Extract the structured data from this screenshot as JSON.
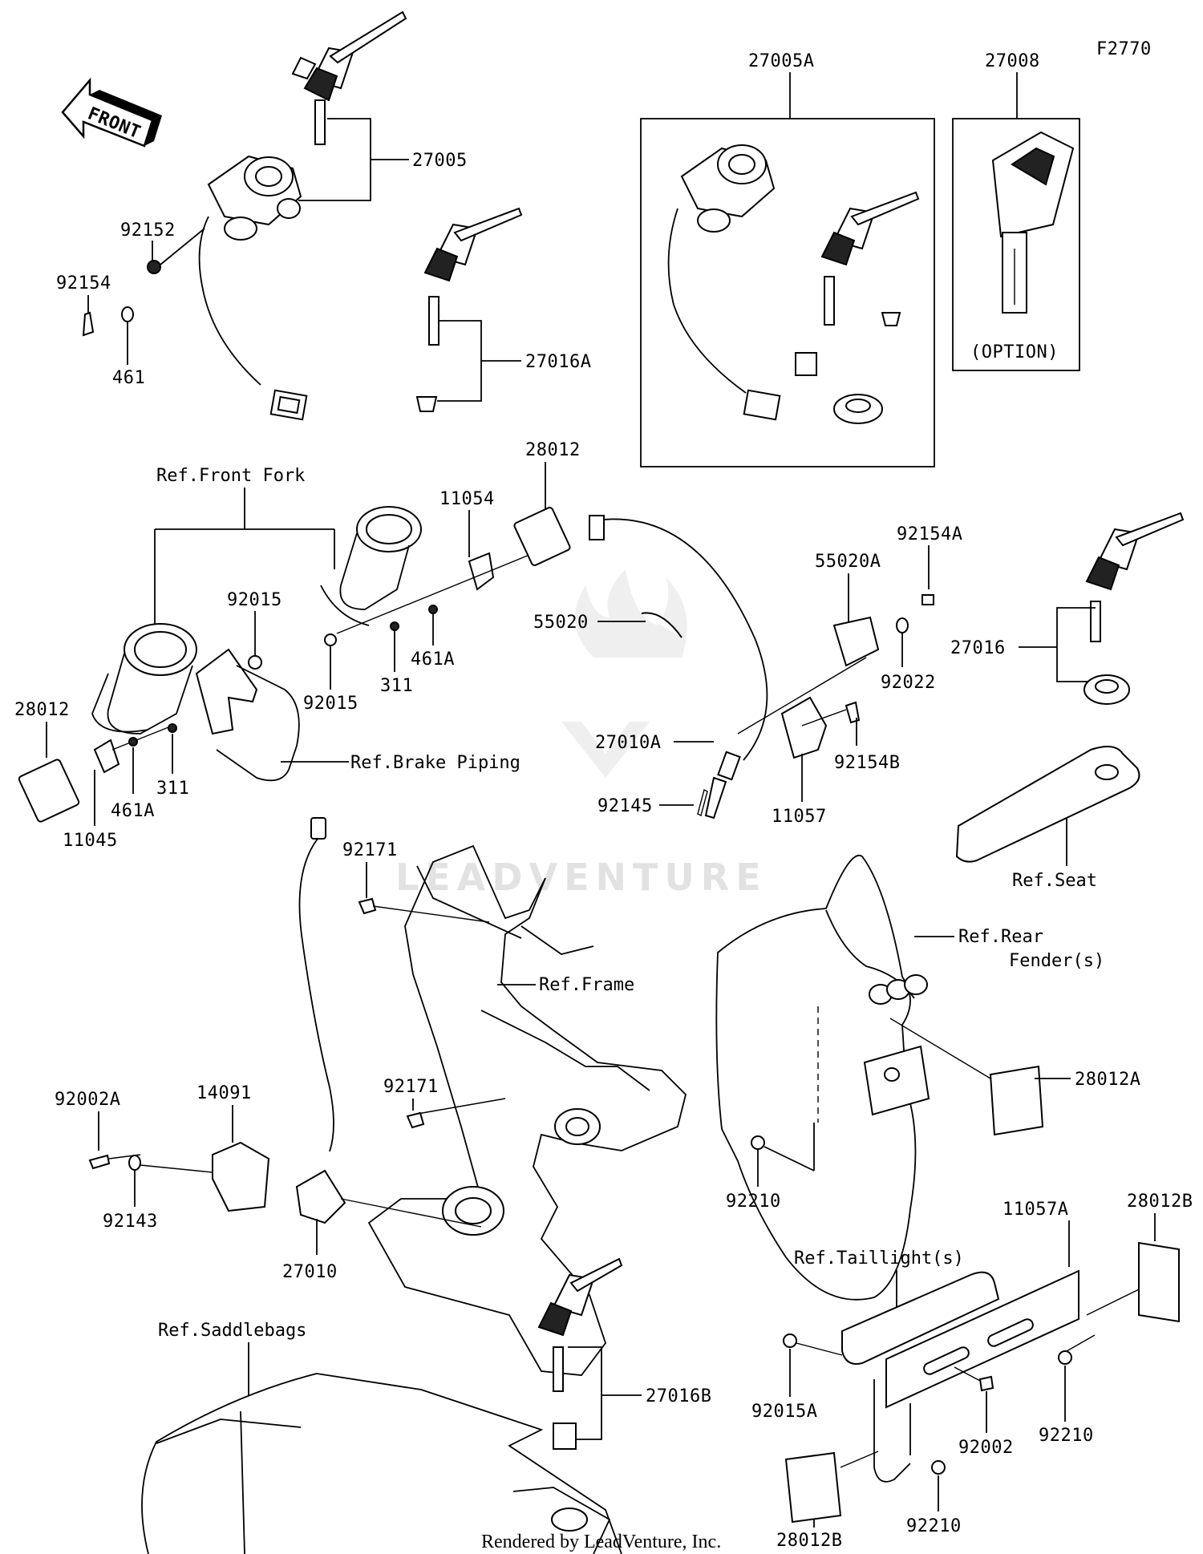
{
  "figure_id": "F2770",
  "front_arrow_label": "FRONT",
  "callouts": {
    "c27005": "27005",
    "c27005A": "27005A",
    "c27008": "27008",
    "c27008_note": "(OPTION)",
    "c92152": "92152",
    "c92154": "92154",
    "c461": "461",
    "c27016A": "27016A",
    "c28012_top": "28012",
    "c11054": "11054",
    "c92015_a": "92015",
    "c92015_b": "92015",
    "c311_a": "311",
    "c461A_a": "461A",
    "c28012_left": "28012",
    "c461A_b": "461A",
    "c311_b": "311",
    "c11045": "11045",
    "c55020": "55020",
    "c27010A": "27010A",
    "c92145": "92145",
    "c55020A": "55020A",
    "c92154A": "92154A",
    "c92022": "92022",
    "c92154B": "92154B",
    "c11057": "11057",
    "c27016": "27016",
    "c92171_a": "92171",
    "c92171_b": "92171",
    "c92002A": "92002A",
    "c14091": "14091",
    "c92143": "92143",
    "c27010": "27010",
    "c28012A": "28012A",
    "c92210_a": "92210",
    "c11057A": "11057A",
    "c28012B_a": "28012B",
    "c27016B": "27016B",
    "c92015A": "92015A",
    "c92002": "92002",
    "c92210_b": "92210",
    "c92210_c": "92210",
    "c28012B_b": "28012B"
  },
  "references": {
    "front_fork": "Ref.Front Fork",
    "brake_piping": "Ref.Brake Piping",
    "seat": "Ref.Seat",
    "frame": "Ref.Frame",
    "rear_fender_line1": "Ref.Rear",
    "rear_fender_line2": "Fender(s)",
    "taillight": "Ref.Taillight(s)",
    "saddlebags": "Ref.Saddlebags"
  },
  "watermark": "LEADVENTURE",
  "credit": "Rendered by LeadVenture, Inc."
}
